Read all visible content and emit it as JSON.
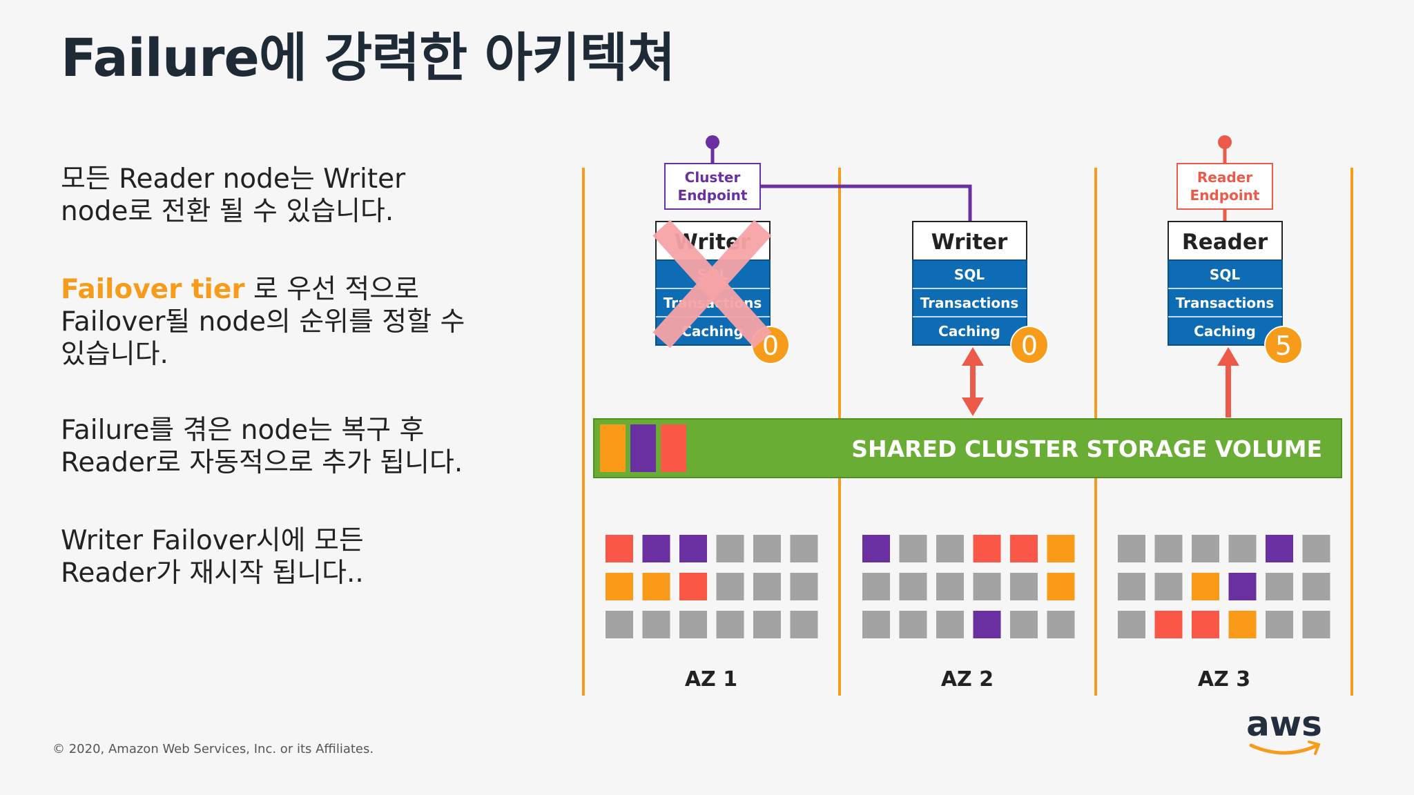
{
  "title": "Failure에 강력한 아키텍쳐",
  "bullets": {
    "b1_line1": "모든 Reader node는 Writer",
    "b1_line2": "node로 전환 될 수 있습니다.",
    "b2_highlight": "Failover tier",
    "b2_line1_rest": " 로 우선 적으로",
    "b2_line2": "Failover될 node의 순위를 정할 수",
    "b2_line3": "있습니다.",
    "b3_line1": "Failure를 겪은 node는 복구 후",
    "b3_line2": "Reader로 자동적으로 추가 됩니다.",
    "b4_line1": "Writer Failover시에 모든",
    "b4_line2": "Reader가 재시작 됩니다.."
  },
  "diagram": {
    "cluster_endpoint": {
      "line1": "Cluster",
      "line2": "Endpoint",
      "color": "#6a2fa0"
    },
    "reader_endpoint": {
      "line1": "Reader",
      "line2": "Endpoint",
      "color": "#ec5a4a"
    },
    "node_layers": {
      "sql": "SQL",
      "transactions": "Transactions",
      "caching": "Caching"
    },
    "nodes": [
      {
        "title": "Writer",
        "tier": "0",
        "failed": true
      },
      {
        "title": "Writer",
        "tier": "0",
        "failed": false
      },
      {
        "title": "Reader",
        "tier": "5",
        "failed": false
      }
    ],
    "storage_label": "SHARED CLUSTER STORAGE VOLUME",
    "az_labels": [
      "AZ 1",
      "AZ 2",
      "AZ 3"
    ],
    "colors": {
      "az_line": "#f79b1b",
      "layer_blue": "#0d6cb3",
      "storage_green": "#6aad35",
      "tier_badge": "#f79b1b",
      "arrow_red": "#ec5a4a",
      "fail_x": "#f6a3a5",
      "orange": "#f99a18",
      "purple": "#6a2fa0",
      "red": "#fb5746",
      "gray": "#a3a3a3"
    },
    "storage_blocks": [
      "orange",
      "purple",
      "red"
    ],
    "grids": [
      [
        [
          "red",
          "purple",
          "purple",
          "gray",
          "gray",
          "gray"
        ],
        [
          "orange",
          "orange",
          "red",
          "gray",
          "gray",
          "gray"
        ],
        [
          "gray",
          "gray",
          "gray",
          "gray",
          "gray",
          "gray"
        ]
      ],
      [
        [
          "purple",
          "gray",
          "gray",
          "red",
          "red",
          "orange"
        ],
        [
          "gray",
          "gray",
          "gray",
          "gray",
          "gray",
          "orange"
        ],
        [
          "gray",
          "gray",
          "gray",
          "purple",
          "gray",
          "gray"
        ]
      ],
      [
        [
          "gray",
          "gray",
          "gray",
          "gray",
          "purple",
          "gray"
        ],
        [
          "gray",
          "gray",
          "orange",
          "purple",
          "gray",
          "gray"
        ],
        [
          "gray",
          "red",
          "red",
          "orange",
          "gray",
          "gray"
        ]
      ]
    ]
  },
  "footer": {
    "copyright": "© 2020, Amazon Web Services, Inc. or its Affiliates.",
    "logo_text": "aws"
  }
}
